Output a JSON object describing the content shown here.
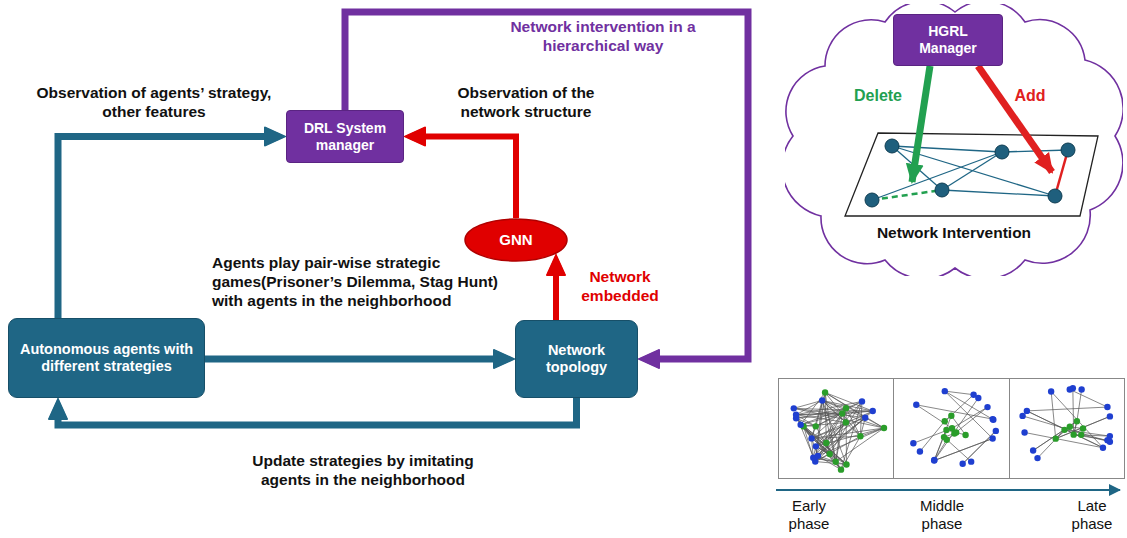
{
  "diagram": {
    "nodes": [
      {
        "text": [
          "DRL System manager"
        ]
      },
      {
        "text": [
          "GNN"
        ]
      },
      {
        "text": [
          "Autonomous agents with different strategies"
        ]
      },
      {
        "text": [
          "Network topology"
        ]
      },
      {
        "text": [
          "Network Intervention"
        ]
      },
      {
        "text": [
          "HGRL Manager"
        ],
        "in": 4
      }
    ],
    "edges": [
      {
        "from": 2,
        "to": 0,
        "arrow": "to",
        "label": "Observation of agents’ strategy, other features"
      },
      {
        "from": 1,
        "to": 0,
        "arrow": "to",
        "label": "Observation of the network structure"
      },
      {
        "from": 3,
        "to": 1,
        "arrow": "to",
        "label": "Network embedded"
      },
      {
        "from": 0,
        "to": 3,
        "arrow": "to",
        "label": "Network intervention in a hierarchical way"
      },
      {
        "from": 2,
        "to": 3,
        "arrow": "to",
        "label": "Agents play pair-wise strategic games(Prisoner’s Dilemma, Stag Hunt) with agents in the neighborhood"
      },
      {
        "from": 3,
        "to": 2,
        "arrow": "to",
        "label": "Update strategies by imitating agents in the neighborhood"
      }
    ],
    "labels": [
      "Delete",
      "Add",
      "Early phase",
      "Middle phase",
      "Late phase"
    ]
  }
}
